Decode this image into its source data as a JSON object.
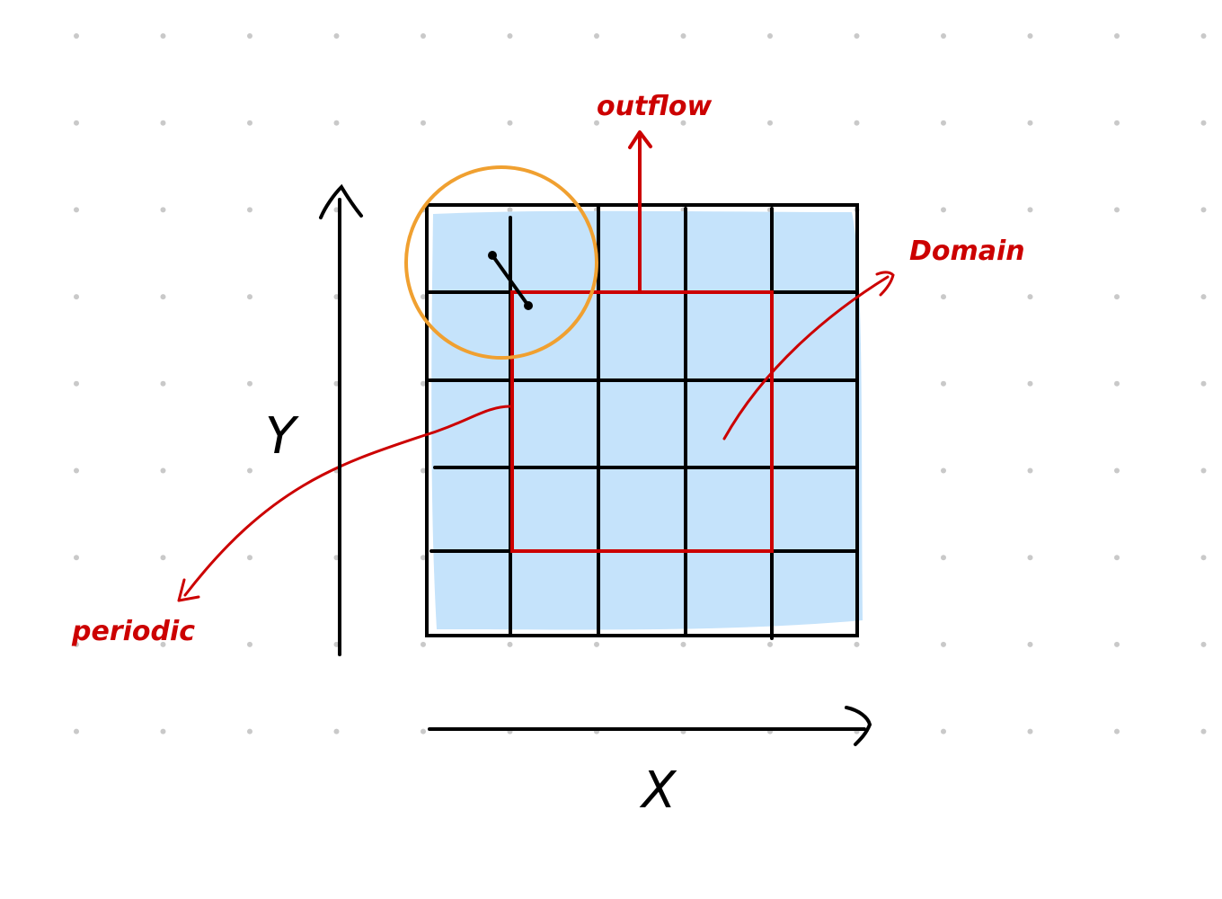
{
  "labels": {
    "outflow": "outflow",
    "domain": "Domain",
    "periodic": "periodic",
    "x_axis": "X",
    "y_axis": "Y"
  },
  "grid": {
    "columns": 5,
    "rows": 5
  },
  "colors": {
    "cell_fill": "#c5e3fb",
    "grid_lines": "#000000",
    "domain_boundary": "#cc0000",
    "annotation": "#cc0000",
    "highlight_circle": "#f0a030",
    "dots": "#c9c9c9"
  }
}
